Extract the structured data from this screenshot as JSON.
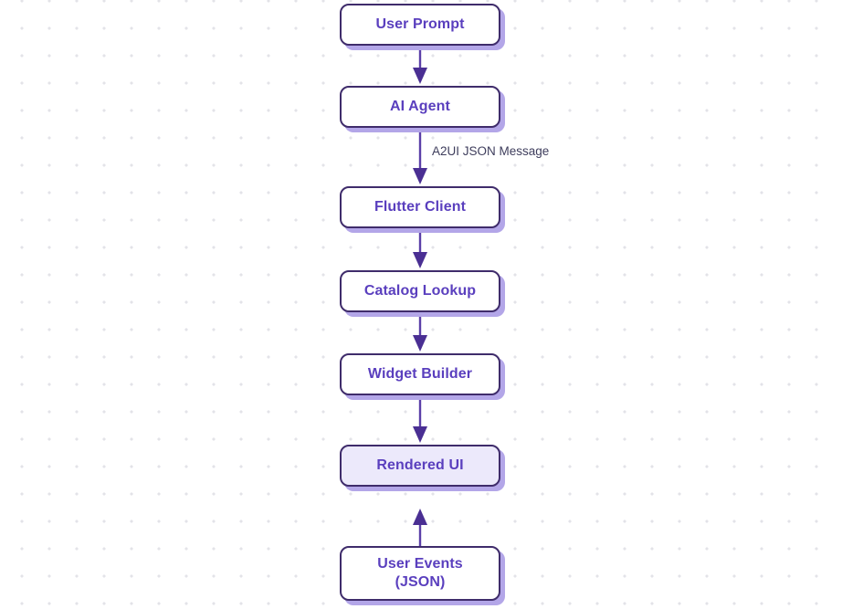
{
  "diagram": {
    "type": "flowchart",
    "orientation": "top-to-bottom",
    "theme": {
      "node_border": "#3f2c6b",
      "node_text": "#5a3fbe",
      "node_shadow": "#b3a6e8",
      "node_fill_default": "#ffffff",
      "node_fill_highlight": "#ece9fb",
      "edge_color": "#5b3fa8",
      "edge_label_text": "#3e3d5c",
      "background": "#ffffff",
      "grid_dot": "#e3e3e8"
    },
    "nodes": [
      {
        "id": "user-prompt",
        "label": "User Prompt",
        "highlighted": false
      },
      {
        "id": "ai-agent",
        "label": "AI Agent",
        "highlighted": false
      },
      {
        "id": "flutter",
        "label": "Flutter Client",
        "highlighted": false
      },
      {
        "id": "catalog",
        "label": "Catalog Lookup",
        "highlighted": false
      },
      {
        "id": "widget",
        "label": "Widget Builder",
        "highlighted": false
      },
      {
        "id": "rendered",
        "label": "Rendered UI",
        "highlighted": true
      },
      {
        "id": "user-events",
        "label": "User Events\n(JSON)",
        "highlighted": false
      }
    ],
    "edges": [
      {
        "from": "user-prompt",
        "to": "ai-agent",
        "label": ""
      },
      {
        "from": "ai-agent",
        "to": "flutter",
        "label": "A2UI JSON Message"
      },
      {
        "from": "flutter",
        "to": "catalog",
        "label": ""
      },
      {
        "from": "catalog",
        "to": "widget",
        "label": ""
      },
      {
        "from": "widget",
        "to": "rendered",
        "label": ""
      },
      {
        "from": "user-events",
        "to": "rendered",
        "label": ""
      }
    ]
  }
}
